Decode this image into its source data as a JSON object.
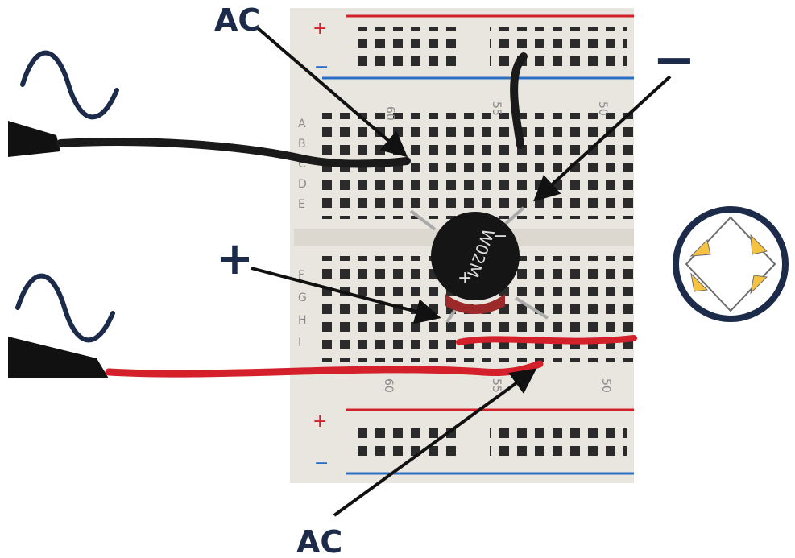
{
  "labels": {
    "ac_top": "AC",
    "ac_bottom": "AC",
    "minus": "−",
    "plus": "+"
  },
  "breadboard": {
    "col_60": "60",
    "col_55": "55",
    "col_50": "50",
    "rows_top": [
      "A",
      "B",
      "C",
      "D",
      "E"
    ],
    "rows_bottom": [
      "F",
      "G",
      "H",
      "I"
    ],
    "rail_plus": "+",
    "rail_minus": "−"
  },
  "rectifier": {
    "marking": "W02M",
    "plus_mark": "+",
    "minus_mark": "−"
  },
  "colors": {
    "navy": "#1c2b4a",
    "wire_red": "#d4202a",
    "wire_black": "#1a1a1a",
    "diode_yellow": "#f5c242",
    "board": "#e9e6df"
  },
  "icons": [
    "ac-sine-icon",
    "bridge-rectifier-symbol-icon"
  ]
}
